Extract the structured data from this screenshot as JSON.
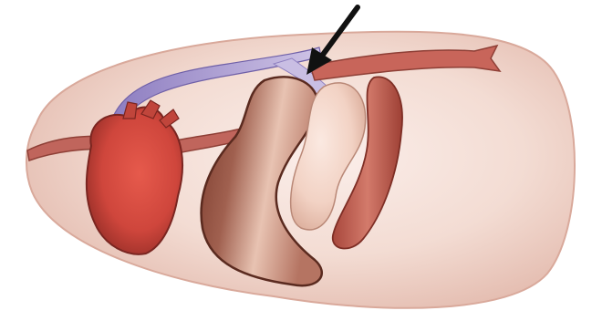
{
  "image": {
    "background_color": "#ffffff",
    "body_colors": [
      "#e9c7bd",
      "#f3dcd3",
      "#fbeeea"
    ],
    "colors": {
      "vessel_red": "#c0655c",
      "vessel_red_dark": "#9a4a43",
      "vessel_blue": "#9f8fcb",
      "vessel_blue_light": "#c9bee3",
      "heart": "#d44a3f",
      "heart_dark": "#8f2b25",
      "liver_dark": "#6b3225",
      "liver_light": "#e3b9a6",
      "pale_organ": "#f0cfbf",
      "right_organ": "#bf5a4c",
      "arrow": "#111111"
    },
    "elements": [
      "body-outline",
      "heart",
      "large-curved-organ",
      "pale-organ",
      "right-elongated-organ",
      "blue-vessel",
      "red-vessels",
      "pointer-arrow-icon"
    ]
  }
}
